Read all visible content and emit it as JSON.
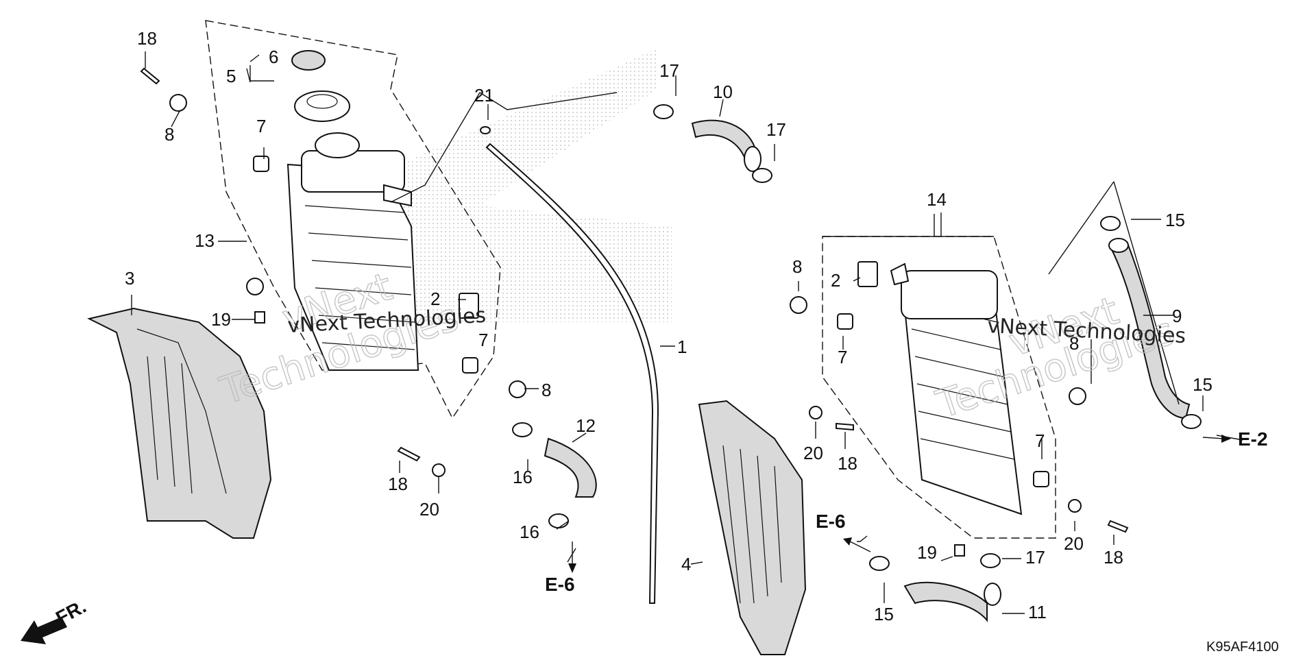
{
  "diagram_code": "K95AF4100",
  "front_indicator": "FR.",
  "watermark": {
    "brand": "vNext",
    "company": "Technologies",
    "full": "vNext Technologies"
  },
  "references": {
    "e6_left": "E-6",
    "e6_right": "E-6",
    "e2": "E-2"
  },
  "callouts": {
    "c1": "1",
    "c2a": "2",
    "c2b": "2",
    "c3": "3",
    "c4": "4",
    "c5": "5",
    "c6": "6",
    "c7a": "7",
    "c7b": "7",
    "c7c": "7",
    "c7d": "7",
    "c8a": "8",
    "c8b": "8",
    "c8c": "8",
    "c8d": "8",
    "c9": "9",
    "c10": "10",
    "c11": "11",
    "c12": "12",
    "c13": "13",
    "c14": "14",
    "c15a": "15",
    "c15b": "15",
    "c15c": "15",
    "c16a": "16",
    "c16b": "16",
    "c17a": "17",
    "c17b": "17",
    "c17c": "17",
    "c18a": "18",
    "c18b": "18",
    "c18c": "18",
    "c18d": "18",
    "c19a": "19",
    "c19b": "19",
    "c20a": "20",
    "c20b": "20",
    "c20c": "20",
    "c21": "21"
  },
  "colors": {
    "line": "#111111",
    "shade": "#d9d9d9",
    "dots": "#9a9a9a"
  }
}
